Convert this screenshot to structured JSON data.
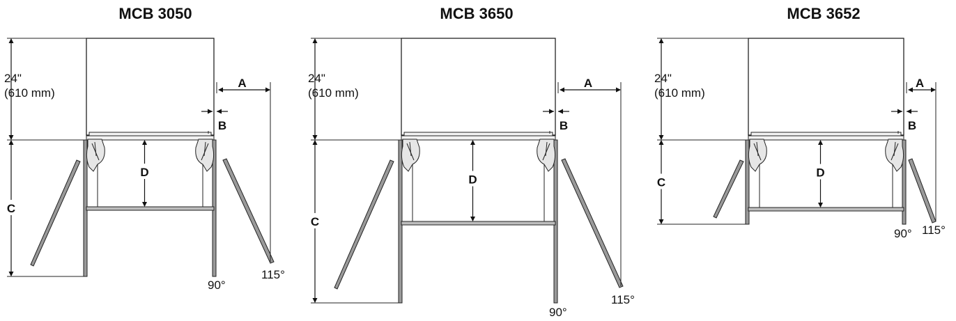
{
  "diagrams": [
    {
      "title": "MCB 3050",
      "height_label": "24\"",
      "height_metric": "(610 mm)",
      "labels": {
        "a": "A",
        "b": "B",
        "c": "C",
        "d": "D"
      },
      "angle_closed": "90°",
      "angle_open": "115°"
    },
    {
      "title": "MCB 3650",
      "height_label": "24\"",
      "height_metric": "(610 mm)",
      "labels": {
        "a": "A",
        "b": "B",
        "c": "C",
        "d": "D"
      },
      "angle_closed": "90°",
      "angle_open": "115°"
    },
    {
      "title": "MCB 3652",
      "height_label": "24\"",
      "height_metric": "(610 mm)",
      "labels": {
        "a": "A",
        "b": "B",
        "c": "C",
        "d": "D"
      },
      "angle_closed": "90°",
      "angle_open": "115°"
    }
  ]
}
